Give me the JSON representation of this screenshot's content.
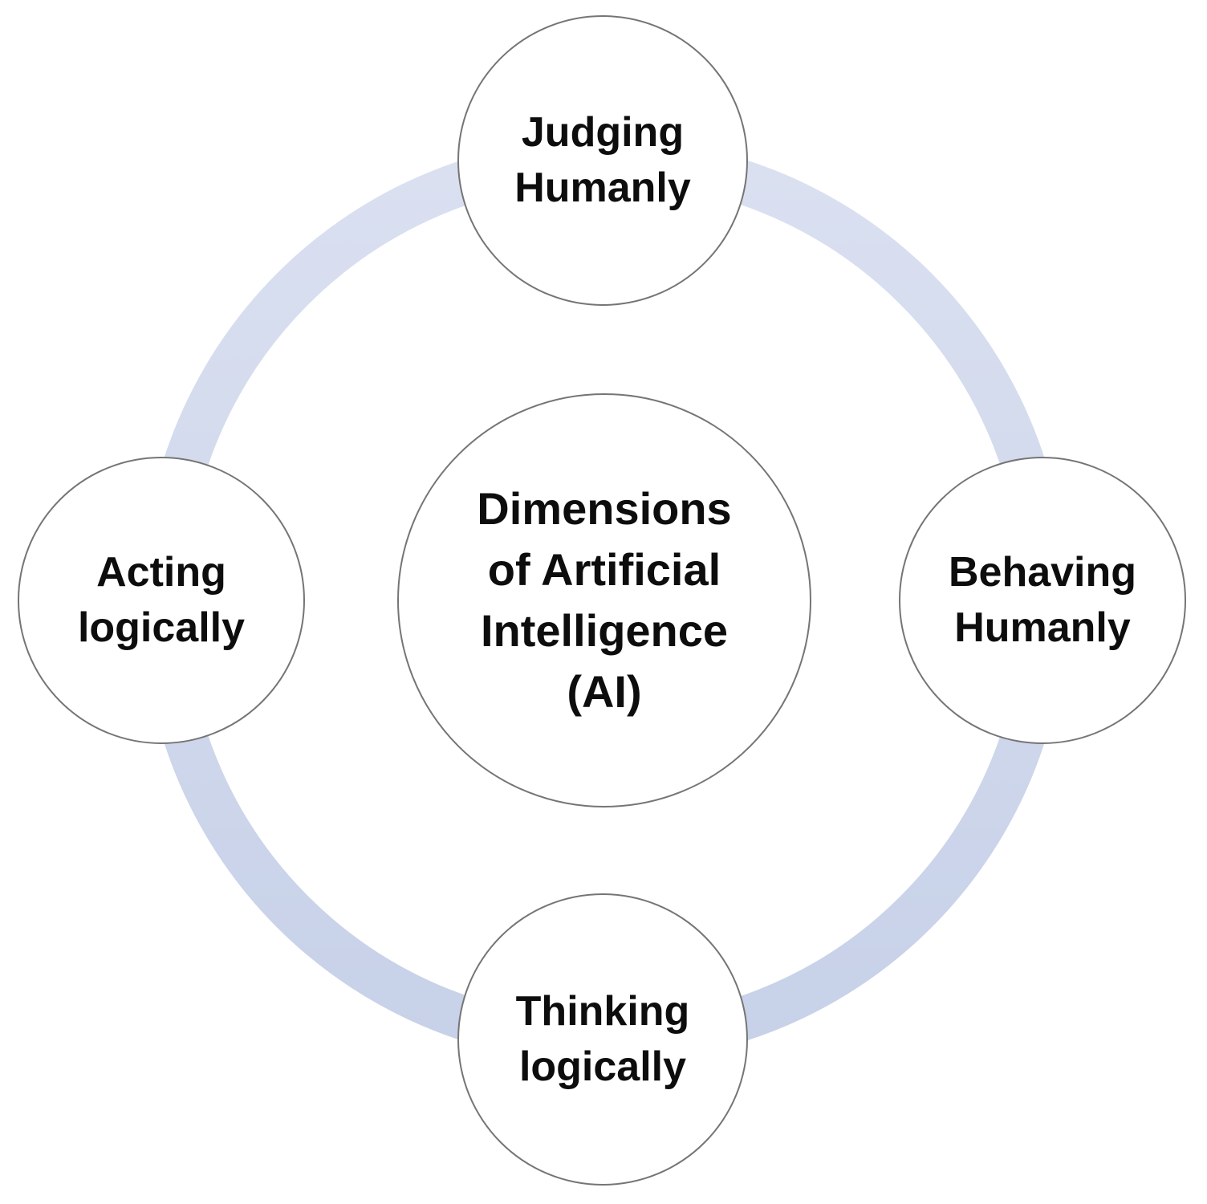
{
  "diagram": {
    "title": "Dimensions of Artificial Intelligence (AI)",
    "center": {
      "label": "Dimensions of Artificial Intelligence (AI)",
      "lines": [
        "Dimensions",
        "of Artificial",
        "Intelligence",
        "(AI)"
      ]
    },
    "nodes": [
      {
        "position": "top",
        "label": "Judging Humanly",
        "lines": [
          "Judging",
          "Humanly"
        ]
      },
      {
        "position": "right",
        "label": "Behaving Humanly",
        "lines": [
          "Behaving",
          "Humanly"
        ]
      },
      {
        "position": "bottom",
        "label": "Thinking logically",
        "lines": [
          "Thinking",
          "logically"
        ]
      },
      {
        "position": "left",
        "label": "Acting logically",
        "lines": [
          "Acting",
          "logically"
        ]
      }
    ],
    "connector": {
      "shape": "ring"
    }
  },
  "colors": {
    "background": "#ffffff",
    "ring_gradient_top": "#dae0f0",
    "ring_gradient_bottom": "#c7d1e8",
    "circle_fill": "#ffffff",
    "circle_border": "#757575",
    "text": "#0d0d0d"
  }
}
